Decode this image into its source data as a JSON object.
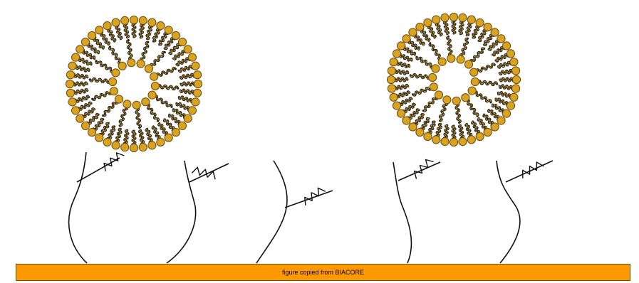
{
  "caption": "figure copied from BIACORE",
  "colors": {
    "sensor_surface": "#ff9900",
    "lipid_head": "#d9a21f",
    "lipid_head_outline": "#6b4a10",
    "lipid_tail_dark": "#222222",
    "lipid_tail_light": "#c89418",
    "linker_line": "#111111"
  },
  "elements": {
    "vesicle_count": 2,
    "linker_count": 5,
    "captured_linkers": 2
  }
}
